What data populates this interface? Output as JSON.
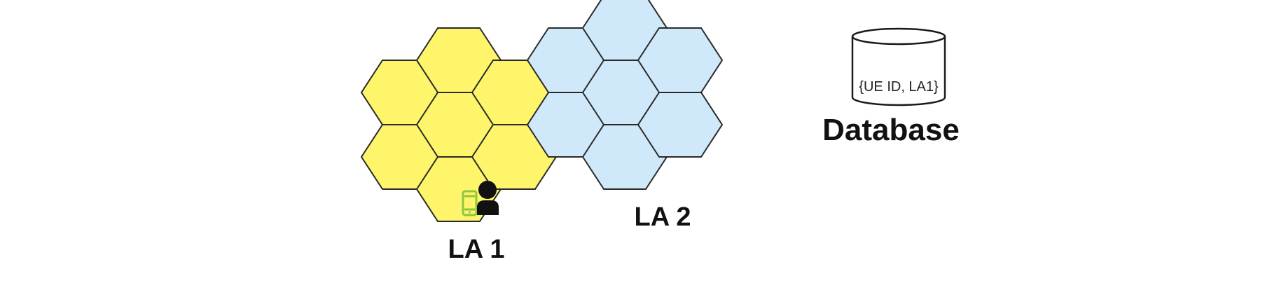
{
  "location_areas": [
    {
      "id": "la1",
      "label": "LA 1",
      "color": "#fff56a"
    },
    {
      "id": "la2",
      "label": "LA 2",
      "color": "#cfe9fb"
    }
  ],
  "database": {
    "title": "Database",
    "record": "{UE ID, LA1}"
  },
  "icons": {
    "phone": "mobile-phone-icon",
    "user": "user-icon"
  }
}
